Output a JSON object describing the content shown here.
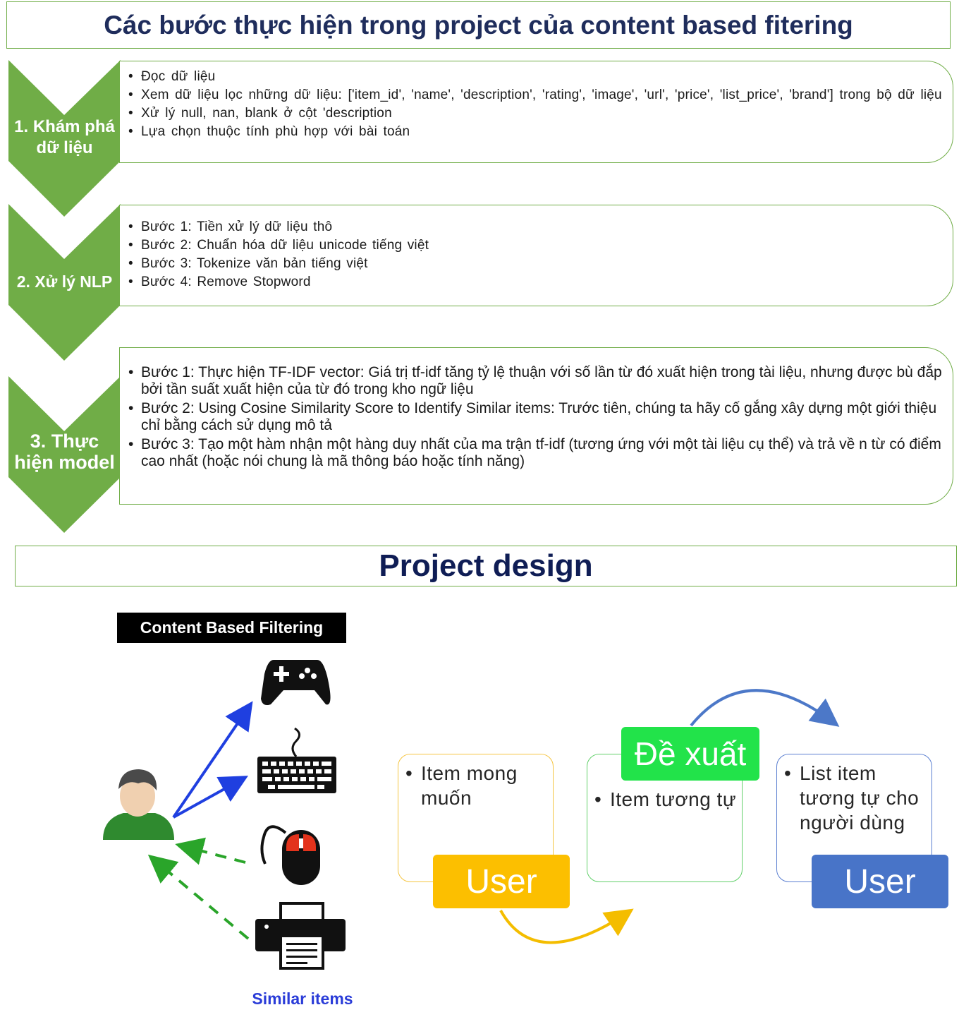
{
  "title": "Các bước thực hiện trong project của content based fitering",
  "steps": [
    {
      "label_line1": "1. Khám phá",
      "label_line2": "dữ liệu",
      "items": [
        "Đọc dữ liệu",
        "Xem dữ liệu lọc những dữ liệu: ['item_id', 'name', 'description', 'rating', 'image', 'url', 'price', 'list_price', 'brand'] trong bộ dữ liệu",
        "Xử lý null, nan, blank ở cột 'description",
        "Lựa chọn thuộc tính phù hợp với bài toán"
      ]
    },
    {
      "label_line1": "2. Xử lý NLP",
      "label_line2": "",
      "items": [
        "Bước 1: Tiền xử lý dữ liệu thô",
        "Bước 2: Chuẩn hóa dữ liệu unicode tiếng việt",
        "Bước 3: Tokenize  văn bản tiếng việt",
        "Bước 4: Remove Stopword"
      ]
    },
    {
      "label_line1": "3. Thực",
      "label_line2": "hiện model",
      "items": [
        "Bước 1: Thực hiện TF-IDF vector: Giá trị tf-idf tăng tỷ lệ thuận với số lần từ đó xuất hiện trong tài liệu, nhưng được bù đắp bởi tần suất xuất hiện của từ đó trong kho ngữ liệu",
        "Bước 2: Using Cosine Similarity Score to Identify Similar items: Trước tiên, chúng ta hãy cố gắng xây dựng một giới thiệu chỉ bằng cách sử dụng mô tả",
        "Bước 3: Tạo một hàm nhận một hàng duy nhất của ma trận tf-idf (tương ứng với một tài liệu cụ thể) và trả về n từ có điểm cao nhất (hoặc nói chung là mã thông báo hoặc tính năng)"
      ]
    }
  ],
  "design_title": "Project design",
  "illustration": {
    "label": "Content Based Filtering",
    "footer": "Similar items",
    "icons": [
      "user-avatar-icon",
      "gamepad-icon",
      "keyboard-icon",
      "mouse-icon",
      "printer-icon"
    ]
  },
  "flow": {
    "card1_item": "Item mong muốn",
    "card1_tag": "User",
    "card2_item": "Item tương tự",
    "card2_tag": "Đề xuất",
    "card3_item": "List item tương tự cho người dùng",
    "card3_tag": "User"
  },
  "colors": {
    "green": "#70ad47",
    "title_navy": "#1f2d5c",
    "user_yellow": "#fcbf00",
    "recommend_green": "#22e34a",
    "user_blue": "#4874c8"
  }
}
